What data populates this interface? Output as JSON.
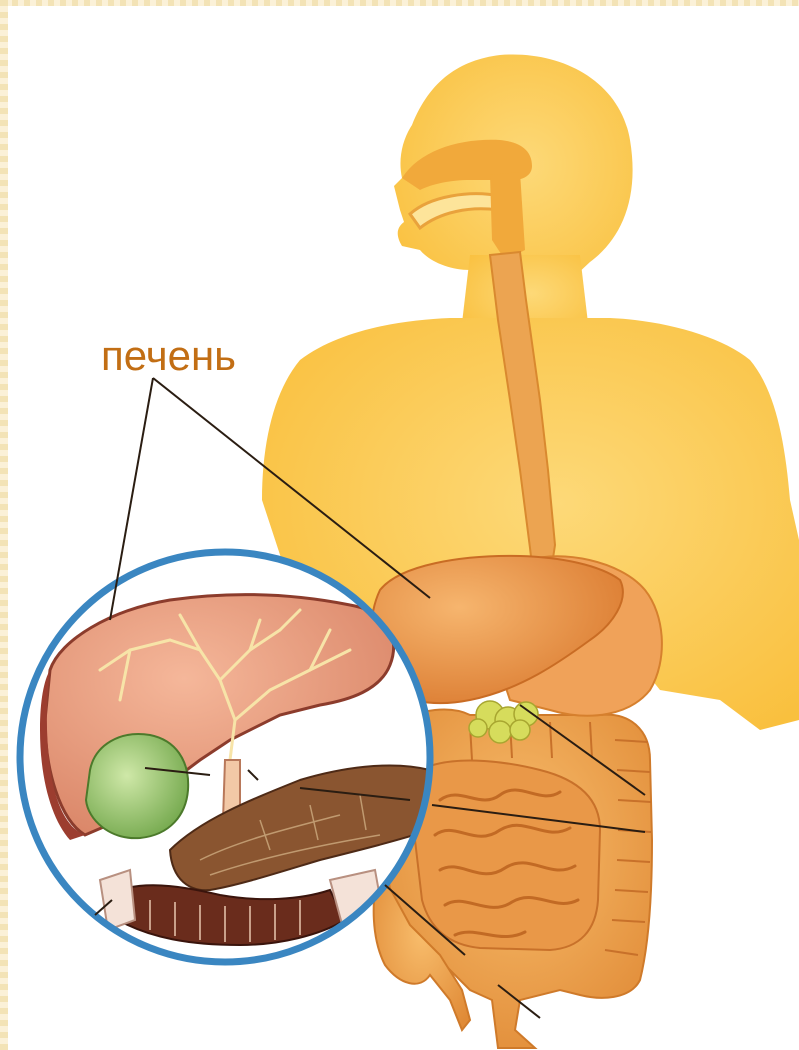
{
  "labels": {
    "liver": "печень"
  },
  "colors": {
    "body": "#fbc441",
    "body_light": "#fdd76a",
    "esophagus": "#eda550",
    "liver_organ": "#e8893d",
    "stomach": "#f2a457",
    "intestine": "#f0a44e",
    "intestine_dark": "#de8a38",
    "inset_ring": "#3a86c1",
    "inset_liver": "#e89b7c",
    "gallbladder": "#97c36a",
    "pancreas": "#7a4a24",
    "duodenum_ring": "#5a2a18",
    "label_text": "#c26e14",
    "leader_line": "#2a1d12"
  },
  "icons": [
    "human-silhouette",
    "digestive-tract",
    "magnified-liver-inset"
  ]
}
